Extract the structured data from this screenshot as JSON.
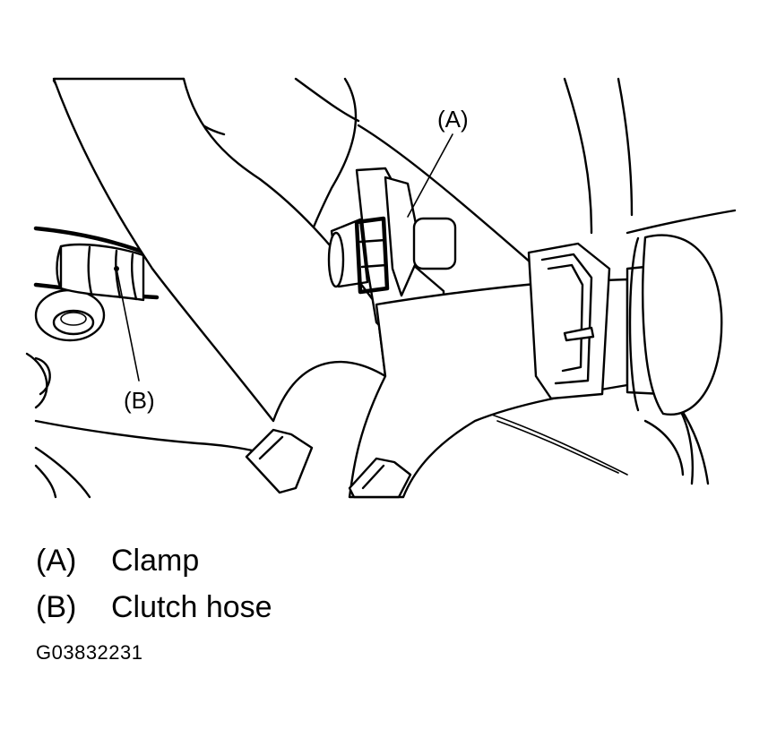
{
  "callouts": {
    "a": "(A)",
    "b": "(B)"
  },
  "legend": {
    "items": [
      {
        "key": "(A)",
        "label": "Clamp"
      },
      {
        "key": "(B)",
        "label": "Clutch hose"
      }
    ]
  },
  "figure_id": "G03832231"
}
